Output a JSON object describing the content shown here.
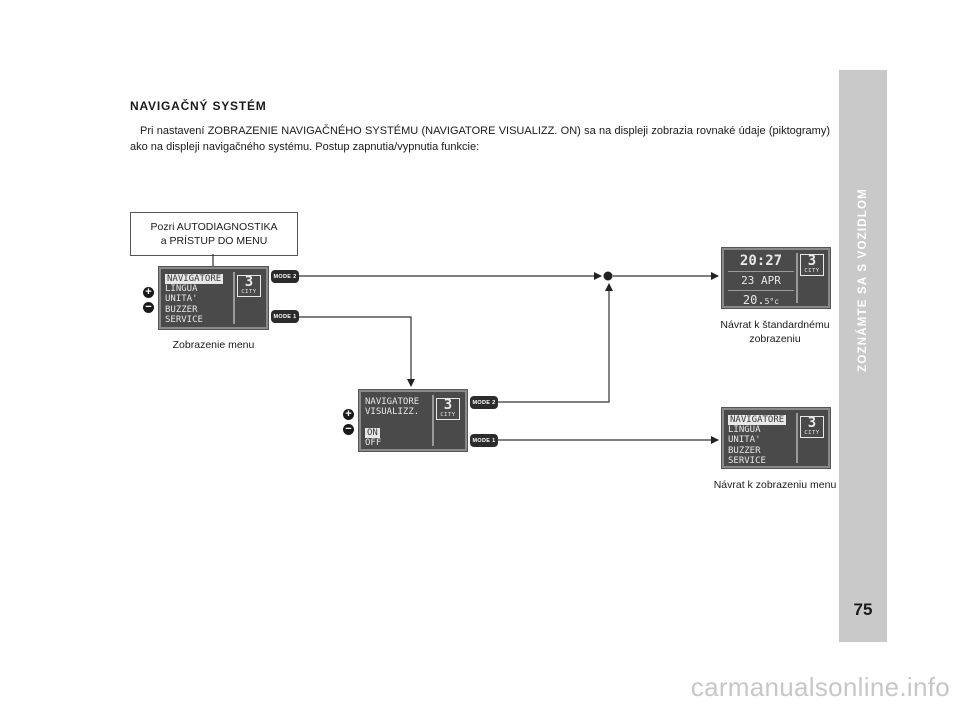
{
  "side_tab": {
    "title": "ZOZNÁMTE SA S VOZIDLOM",
    "page_number": "75"
  },
  "heading": "NAVIGAČNÝ SYSTÉM",
  "paragraph": "Pri nastavení ZOBRAZENIE NAVIGAČNÉHO SYSTÉMU (NAVIGATORE VISUALIZZ. ON) sa na displeji zobrazia rovnaké údaje (piktogramy) ako na displeji navigačného systému. Postup zapnutia/vypnutia funkcie:",
  "label_box": {
    "line1": "Pozri AUTODIAGNOSTIKA",
    "line2": "a PRÍSTUP DO MENU"
  },
  "displays": {
    "menu": {
      "lines": [
        "NAVIGATORE",
        "LINGUA",
        "UNITA'",
        "BUZZER",
        "SERVICE"
      ],
      "city_number": "3",
      "city_label": "CITY",
      "caption": "Zobrazenie menu"
    },
    "submenu": {
      "lines": [
        "NAVIGATORE",
        "VISUALIZZ.",
        "",
        "ON",
        "OFF"
      ],
      "city_number": "3",
      "city_label": "CITY"
    },
    "standard": {
      "time": "20:27",
      "date": "23 APR",
      "temp": "20.",
      "temp_small": "5°c",
      "city_number": "3",
      "city_label": "CITY",
      "caption_line1": "Návrat k štandardnému",
      "caption_line2": "zobrazeniu"
    },
    "menu_return": {
      "lines": [
        "NAVIGATORE",
        "LINGUA",
        "UNITA'",
        "BUZZER",
        "SERVICE"
      ],
      "city_number": "3",
      "city_label": "CITY",
      "caption": "Návrat k zobrazeniu menu"
    }
  },
  "buttons": {
    "mode1": "MODE 1",
    "mode2": "MODE 2",
    "plus": "+",
    "minus": "−"
  },
  "watermark": "carmanualsonline.info"
}
